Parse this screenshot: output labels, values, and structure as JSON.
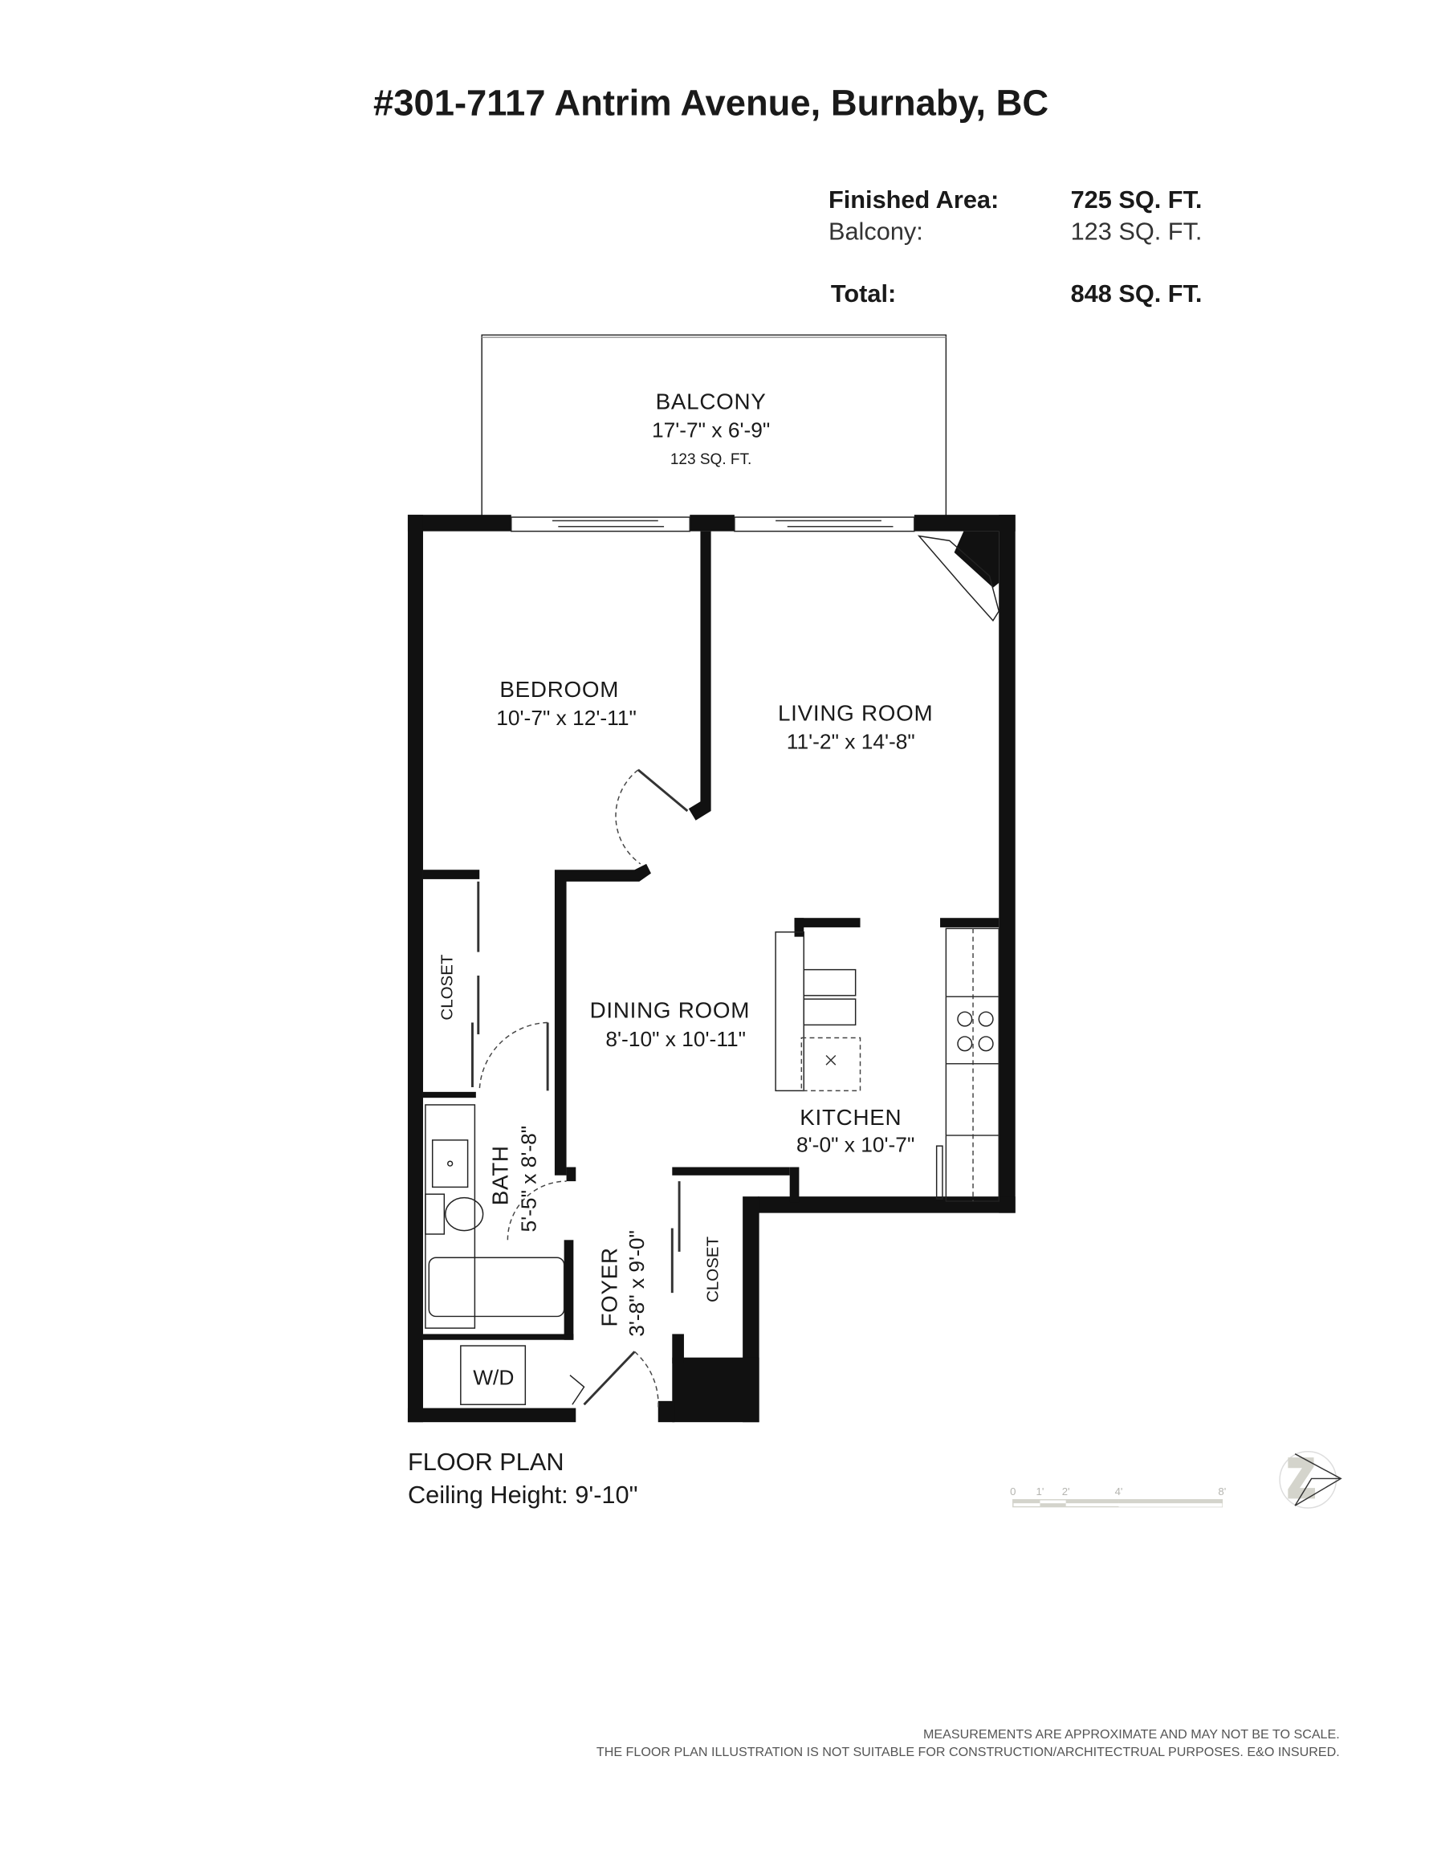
{
  "title": "#301-7117 Antrim Avenue, Burnaby, BC",
  "areas": {
    "finished_label": "Finished Area:",
    "finished_value": "725 SQ. FT.",
    "balcony_label": "Balcony:",
    "balcony_value": "123 SQ. FT.",
    "total_label": "Total:",
    "total_value": "848 SQ. FT."
  },
  "rooms": {
    "balcony": {
      "name": "BALCONY",
      "dims": "17'-7\" x 6'-9\"",
      "area": "123 SQ. FT."
    },
    "bedroom": {
      "name": "BEDROOM",
      "dims": "10'-7\" x  12'-11\""
    },
    "living": {
      "name": "LIVING ROOM",
      "dims": "11'-2\" x 14'-8\""
    },
    "dining": {
      "name": "DINING ROOM",
      "dims": "8'-10\" x  10'-11\""
    },
    "kitchen": {
      "name": "KITCHEN",
      "dims": "8'-0\" x 10'-7\""
    },
    "bath": {
      "name": "BATH",
      "dims": "5'-5\" x 8'-8\""
    },
    "foyer": {
      "name": "FOYER",
      "dims": "3'-8\" x 9'-0\""
    },
    "closet1": {
      "name": "CLOSET"
    },
    "closet2": {
      "name": "CLOSET"
    },
    "laundry": {
      "name": "W/D"
    }
  },
  "plan": {
    "label": "FLOOR PLAN",
    "ceiling": "Ceiling Height: 9'-10\""
  },
  "scale_bar": {
    "ticks": [
      "0",
      "1'",
      "2'",
      "4'",
      "8'"
    ]
  },
  "compass": {
    "icon": "north-arrow-icon",
    "color": "#d4d4cc"
  },
  "disclaimer": {
    "line1": "MEASUREMENTS ARE APPROXIMATE AND MAY NOT BE TO SCALE.",
    "line2": "THE FLOOR PLAN ILLUSTRATION IS NOT SUITABLE FOR CONSTRUCTION/ARCHITECTRUAL PURPOSES. E&O INSURED."
  }
}
